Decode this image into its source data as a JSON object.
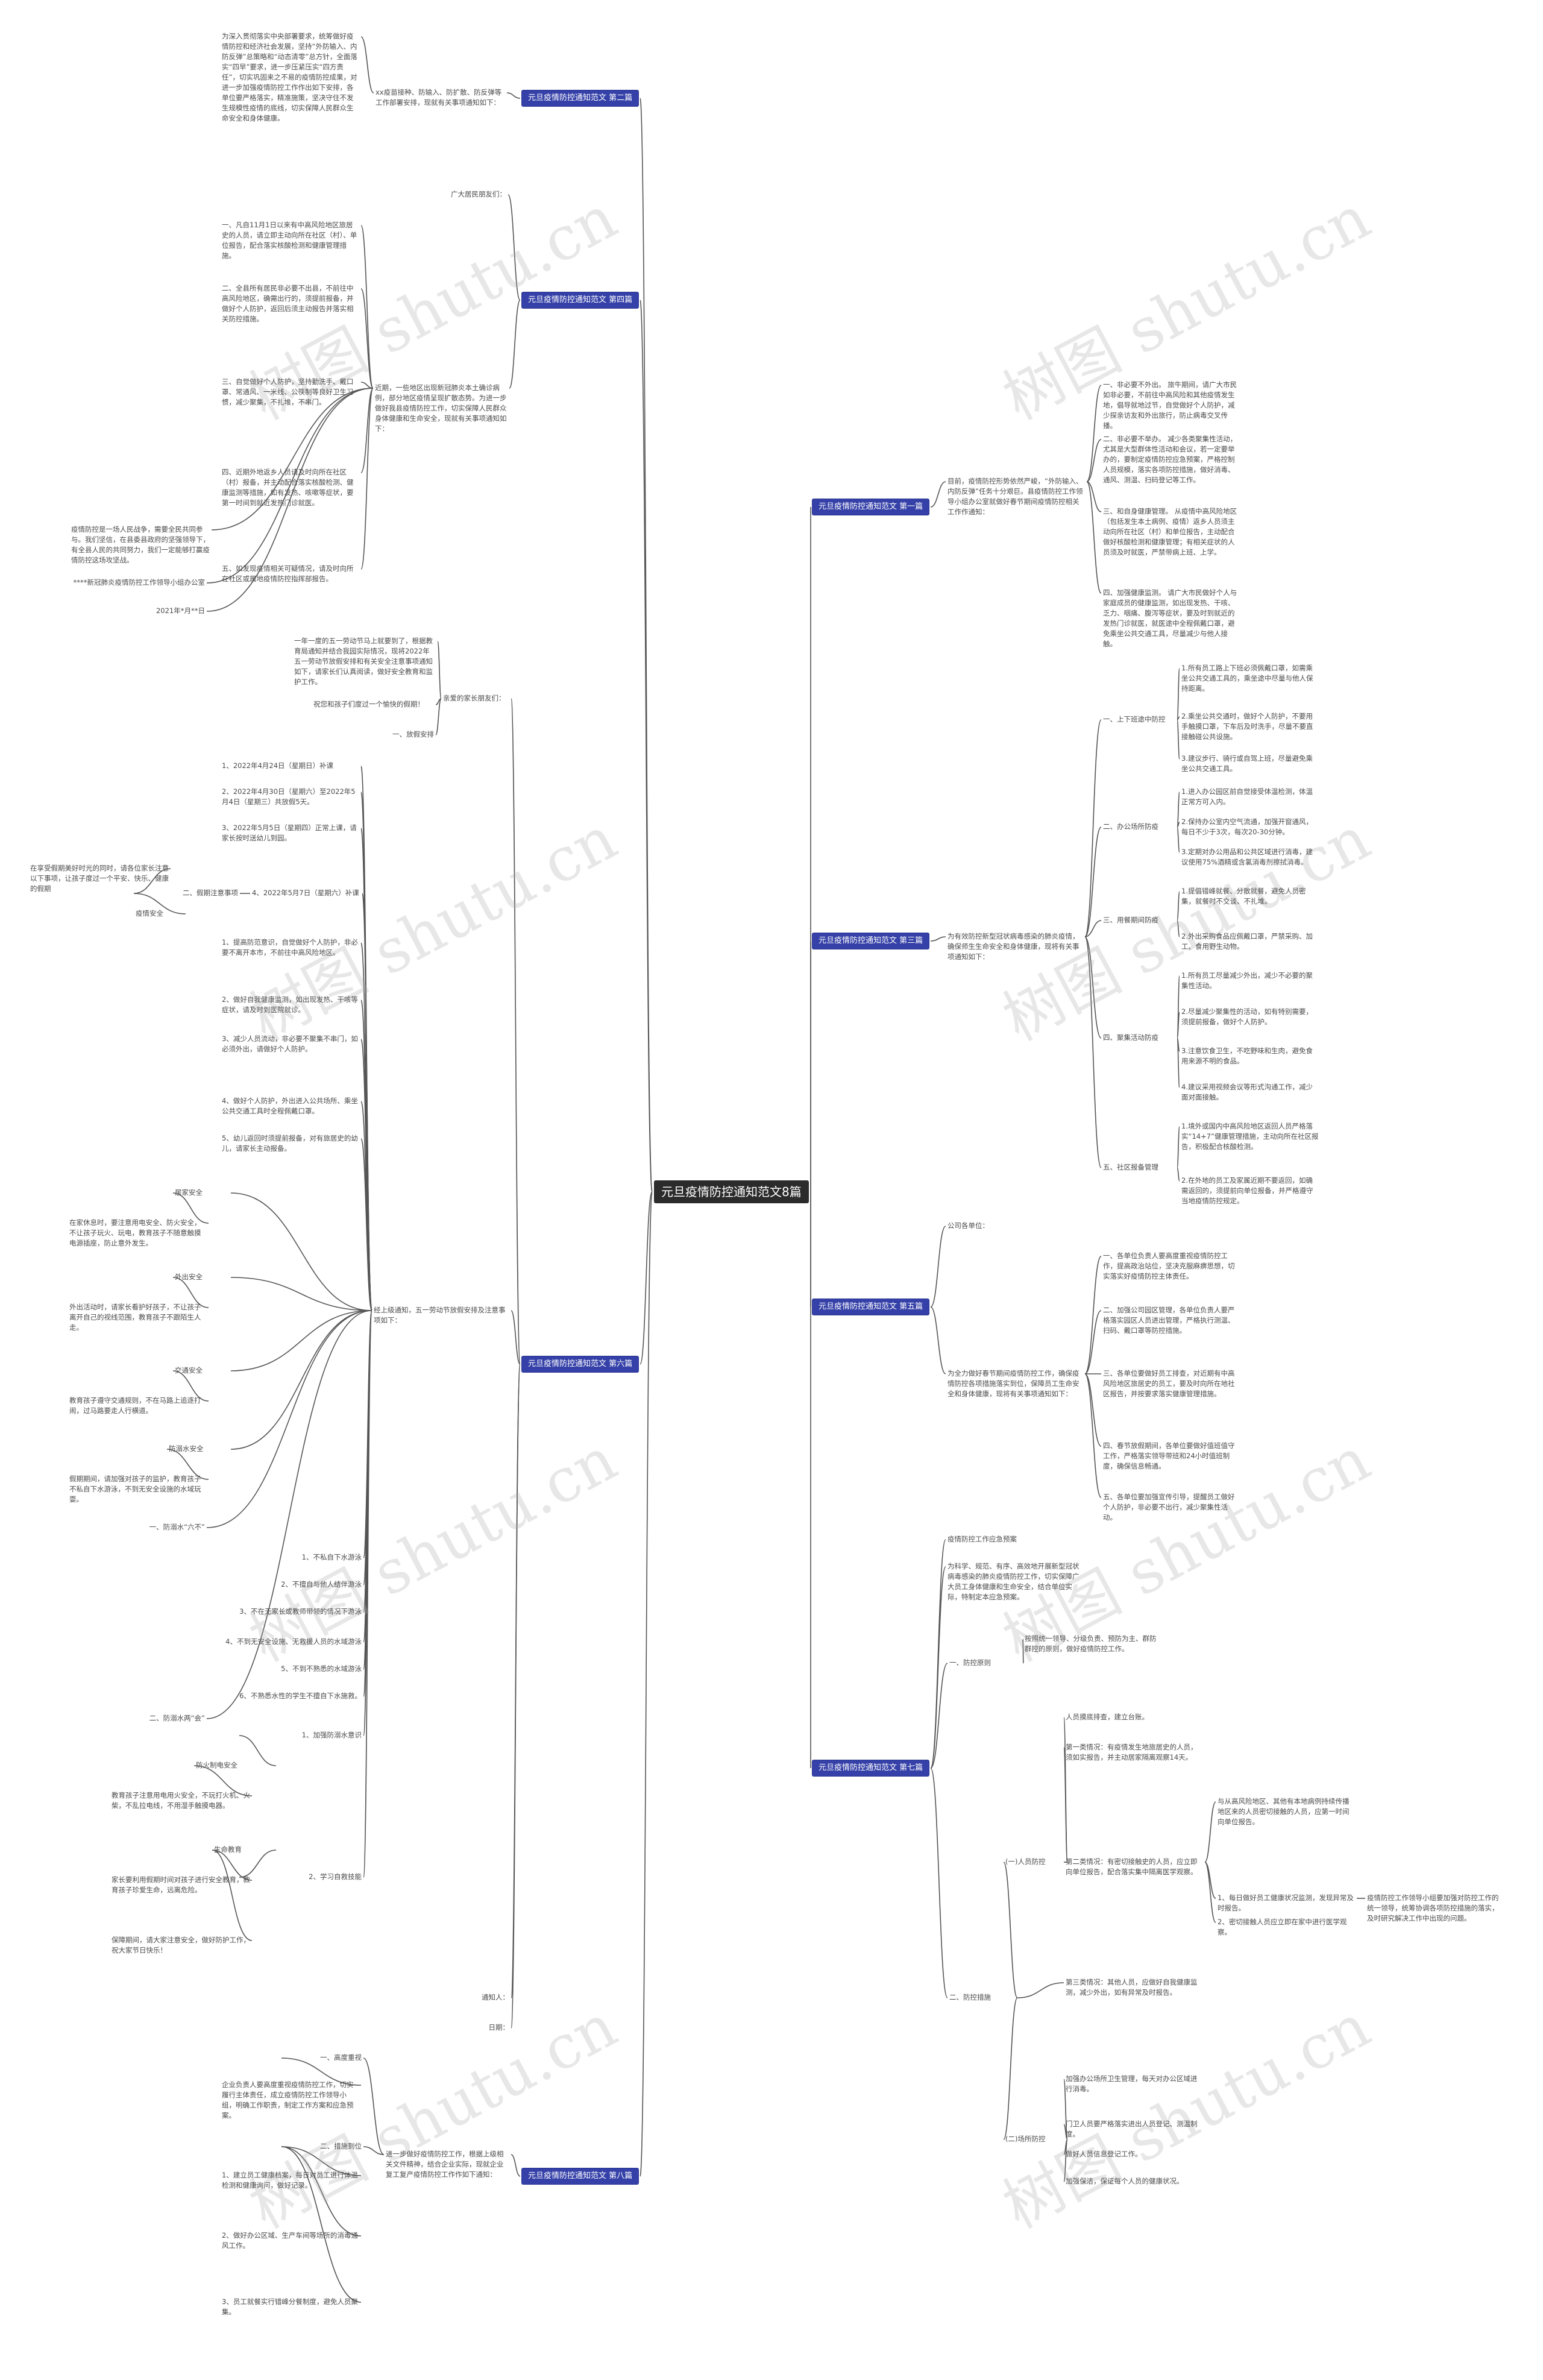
{
  "root": "元旦疫情防控通知范文8篇",
  "watermark": "树图 shutu.cn",
  "branches": {
    "b1": {
      "title": "元旦疫情防控通知范文 第一篇",
      "intro": "目前，疫情防控形势依然严峻，“外防输入、内防反弹”任务十分艰巨。县疫情防控工作领导小组办公室就做好春节期间疫情防控相关工作作通知：",
      "items": [
        "一、非必要不外出。 旅牛期间，请广大市民如非必要，不前往中高风险和其他疫情发生地，倡导就地过节，自觉做好个人防护，减少探亲访友和外出旅行，防止病毒交叉传播。",
        "二、非必要不举办。 减少各类聚集性活动，尤其是大型群体性活动和会议，若一定要举办的，要制定疫情防控应急预案，严格控制人员规模，落实各项防控措施，做好消毒、通风、测温、扫码登记等工作。",
        "三、和自身健康管理。 从疫情中高风险地区（包括发生本土病例、疫情）返乡人员须主动向所在社区（村）和单位报告，主动配合做好核酸检测和健康管理；有相关症状的人员须及时就医，严禁带病上班、上学。",
        "四、加强健康监测。 请广大市民做好个人与家庭成员的健康监测，如出现发热、干咳、乏力、咽痛、腹泻等症状，要及时到就近的发热门诊就医，就医途中全程佩戴口罩，避免乘坐公共交通工具，尽量减少与他人接触。"
      ]
    },
    "b2": {
      "title": "元旦疫情防控通知范文 第二篇",
      "mid": "xx疫苗接种、防输入、防扩散、防反弹等工作部署安排，现就有关事项通知如下：",
      "left": "为深入贯彻落实中央部署要求，统筹做好疫情防控和经济社会发展，坚持“外防输入、内防反弹”总策略和“动态清零”总方针，全面落实“四早”要求，进一步压紧压实“四方责任”，切实巩固来之不易的疫情防控成果，对进一步加强疫情防控工作作出如下安排，各单位要严格落实，精准施策，坚决守住不发生规模性疫情的底线，切实保障人民群众生命安全和身体健康。"
    },
    "b3": {
      "title": "元旦疫情防控通知范文 第三篇",
      "intro": "为有效防控新型冠状病毒感染的肺炎疫情，确保师生生命安全和身体健康，现将有关事项通知如下：",
      "groups": [
        {
          "label": "一、上下班途中防控",
          "items": [
            "1.所有员工路上下班必须佩戴口罩，如需乘坐公共交通工具的，乘坐途中尽量与他人保持距离。",
            "2.乘坐公共交通时，做好个人防护，不要用手触摸口罩，下车后及时洗手，尽量不要直接触碰公共设施。",
            "3.建议步行、骑行或自驾上班，尽量避免乘坐公共交通工具。"
          ]
        },
        {
          "label": "二、办公场所防疫",
          "items": [
            "1.进入办公园区前自觉接受体温检测，体温正常方可入内。",
            "2.保持办公室内空气流通，加强开窗通风，每日不少于3次，每次20-30分钟。",
            "3.定期对办公用品和公共区域进行消毒，建议使用75%酒精或含氯消毒剂擦拭消毒。"
          ]
        },
        {
          "label": "三、用餐期间防疫",
          "items": [
            "1.提倡错峰就餐、分散就餐，避免人员密集，就餐时不交谈、不扎堆。",
            "2.外出采购食品应佩戴口罩，严禁采购、加工、食用野生动物。"
          ]
        },
        {
          "label": "四、聚集活动防疫",
          "items": [
            "1.所有员工尽量减少外出，减少不必要的聚集性活动。",
            "2.尽量减少聚集性的活动，如有特别需要，须提前报备，做好个人防护。",
            "3.注意饮食卫生，不吃野味和生肉，避免食用来源不明的食品。",
            "4.建议采用视频会议等形式沟通工作，减少面对面接触。"
          ]
        },
        {
          "label": "五、社区报备管理",
          "items": [
            "1.境外或国内中高风险地区返回人员严格落实“14+7”健康管理措施，主动向所在社区报告，积极配合核酸检测。",
            "2.在外地的员工及家属近期不要返回，如确需返回的，须提前向单位报备，并严格遵守当地疫情防控规定。"
          ]
        }
      ]
    },
    "b4": {
      "title": "元旦疫情防控通知范文 第四篇",
      "mid": "近期，一些地区出现新冠肺炎本土确诊病例，部分地区疫情呈现扩散态势。为进一步做好我县疫情防控工作，切实保障人民群众身体健康和生命安全，现就有关事项通知如下：",
      "top": "广大居民朋友们：",
      "left": [
        "一、凡自11月1日以来有中高风险地区旅居史的人员，请立即主动向所在社区（村）、单位报告，配合落实核酸检测和健康管理措施。",
        "二、全县所有居民非必要不出县，不前往中高风险地区，确需出行的，须提前报备，并做好个人防护，返回后须主动报告并落实相关防控措施。",
        "三、自觉做好个人防护，坚持勤洗手、戴口罩、常通风、一米线、公筷制等良好卫生习惯，减少聚集，不扎堆，不串门。",
        "四、近期外地返乡人员请及时向所在社区（村）报备，并主动配合落实核酸检测、健康监测等措施，如有发热、咳嗽等症状，要第一时间到就近发热门诊就医。",
        "五、如发现疫情相关可疑情况，请及时向所在社区或属地疫情防控指挥部报告。"
      ],
      "closing": "疫情防控是一场人民战争，需要全民共同参与。我们坚信，在县委县政府的坚强领导下，有全县人民的共同努力，我们一定能够打赢疫情防控这场攻坚战。",
      "sign": "****新冠肺炎疫情防控工作领导小组办公室",
      "date": "2021年*月**日"
    },
    "b5": {
      "title": "元旦疫情防控通知范文 第五篇",
      "top": "公司各单位：",
      "intro": "为全力做好春节期间疫情防控工作，确保疫情防控各项措施落实到位，保障员工生命安全和身体健康，现将有关事项通知如下：",
      "items": [
        "一、各单位负责人要高度重视疫情防控工作，提高政治站位，坚决克服麻痹思想，切实落实好疫情防控主体责任。",
        "二、加强公司园区管理，各单位负责人要严格落实园区人员进出管理，严格执行测温、扫码、戴口罩等防控措施。",
        "三、各单位要做好员工排查，对近期有中高风险地区旅居史的员工，要及时向所在地社区报告，并按要求落实健康管理措施。",
        "四、春节放假期间，各单位要做好值班值守工作，严格落实领导带班和24小时值班制度，确保信息畅通。",
        "五、各单位要加强宣传引导，提醒员工做好个人防护，非必要不出行，减少聚集性活动。"
      ]
    },
    "b6": {
      "title": "元旦疫情防控通知范文 第六篇",
      "mid": "经上级通知，五一劳动节放假安排及注意事项如下：",
      "top_intro": "一年一度的五一劳动节马上就要到了，根据教育局通知并结合我园实际情况，现将2022年五一劳动节放假安排和有关安全注意事项通知如下，请家长们认真阅读，做好安全教育和监护工作。",
      "intro2": "祝您和孩子们度过一个愉快的假期！",
      "greeting": "亲爱的家长朋友们：",
      "sec1": "一、放假安排",
      "sched": [
        "1、2022年4月24日（星期日）补课",
        "2、2022年4月30日（星期六）至2022年5月4日（星期三）共放假5天。",
        "3、2022年5月5日（星期四）正常上课，请家长按时送幼儿到园。",
        "4、2022年5月7日（星期六）补课"
      ],
      "sec2": "二、假期注意事项",
      "epidemic": "疫情安全",
      "epidemic_note": "在享受假期美好时光的同时，请各位家长注意以下事项，让孩子度过一个平安、快乐、健康的假期",
      "tips": [
        "1、提高防范意识，自觉做好个人防护，非必要不离开本市，不前往中高风险地区。",
        "2、做好自我健康监测，如出现发热、干咳等症状，请及时到医院就诊。",
        "3、减少人员流动，非必要不聚集不串门，如必须外出，请做好个人防护。",
        "4、做好个人防护，外出进入公共场所、乘坐公共交通工具时全程佩戴口罩。",
        "5、幼儿返回时须提前报备，对有旅居史的幼儿，请家长主动报备。"
      ],
      "safety_groups": [
        {
          "label": "居家安全",
          "text": "在家休息时，要注意用电安全、防火安全，不让孩子玩火、玩电，教育孩子不随意触摸电源插座，防止意外发生。"
        },
        {
          "label": "外出安全",
          "text": "外出活动时，请家长看护好孩子，不让孩子离开自己的视线范围，教育孩子不跟陌生人走。"
        },
        {
          "label": "交通安全",
          "text": "教育孩子遵守交通规则，不在马路上追逐打闹，过马路要走人行横道。"
        },
        {
          "label": "防溺水安全",
          "text": "假期期间，请加强对孩子的监护，教育孩子不私自下水游泳，不到无安全设施的水域玩耍。"
        }
      ],
      "sec3": "一、防溺水“六不”",
      "six_no": [
        "1、不私自下水游泳",
        "2、不擅自与他人结伴游泳",
        "3、不在无家长或教师带领的情况下游泳",
        "4、不到无安全设施、无救援人员的水域游泳",
        "5、不到不熟悉的水域游泳",
        "6、不熟悉水性的学生不擅自下水施救。"
      ],
      "sec4": "二、防溺水两“会”",
      "two_know": [
        "1、加强防溺水意识",
        "2、学习自救技能"
      ],
      "fire_label": "防火制电安全",
      "fire_text": "教育孩子注意用电用火安全，不玩打火机、火柴，不乱拉电线，不用湿手触摸电器。",
      "life_label": "生命教育",
      "life_text": "家长要利用假期时间对孩子进行安全教育，教育孩子珍爱生命，远离危险。",
      "life_text2": "保障期间，请大家注意安全，做好防护工作，祝大家节日快乐！",
      "notice": "通知人：",
      "date": "日期："
    },
    "b7": {
      "title": "元旦疫情防控通知范文 第七篇",
      "top": "疫情防控工作应急预案",
      "intro": "为科学、规范、有序、高效地开展新型冠状病毒感染的肺炎疫情防控工作，切实保障广大员工身体健康和生命安全，结合单位实际，特制定本应急预案。",
      "sec1": "一、防控原则",
      "sec1_text": "按照统一领导、分级负责、预防为主、群防群控的原则，做好疫情防控工作。",
      "sec2": "二、防控措施",
      "sub1": "(一)人员防控",
      "sub1_items": [
        "人员摸底排查，建立台账。",
        "第一类情况：有疫情发生地旅居史的人员，须如实报告，并主动居家隔离观察14天。",
        "第二类情况：有密切接触史的人员，应立即向单位报告，配合落实集中隔离医学观察。"
      ],
      "sub1_right": [
        "与从高风险地区、其他有本地病例持续传播地区来的人员密切接触的人员，应第一时间向单位报告。",
        "1、每日做好员工健康状况监测，发现异常及时报告。",
        "2、密切接触人员应立即在家中进行医学观察。"
      ],
      "far": "疫情防控工作领导小组要加强对防控工作的统一领导，统筹协调各项防控措施的落实，及时研究解决工作中出现的问题。",
      "third": "第三类情况：其他人员，应做好自我健康监测，减少外出，如有异常及时报告。",
      "sub2": "(二)场所防控",
      "sub2_items": [
        "加强办公场所卫生管理，每天对办公区域进行消毒。",
        "门卫人员要严格落实进出人员登记、测温制度。",
        "做好人员信息登记工作。",
        "加强保洁，保证每个人员的健康状况。"
      ]
    },
    "b8": {
      "title": "元旦疫情防控通知范文 第八篇",
      "intro": "进一步做好疫情防控工作，根据上级相关文件精神，结合企业实际，现就企业复工复产疫情防控工作作如下通知：",
      "sec1": "一、高度重视",
      "sec1_text": "企业负责人要高度重视疫情防控工作，切实履行主体责任，成立疫情防控工作领导小组，明确工作职责，制定工作方案和应急预案。",
      "sec2": "二、措施到位",
      "items": [
        "1、建立员工健康档案，每日对员工进行体温检测和健康询问，做好记录。",
        "2、做好办公区域、生产车间等场所的消毒通风工作。",
        "3、员工就餐实行错峰分餐制度，避免人员聚集。"
      ]
    }
  }
}
